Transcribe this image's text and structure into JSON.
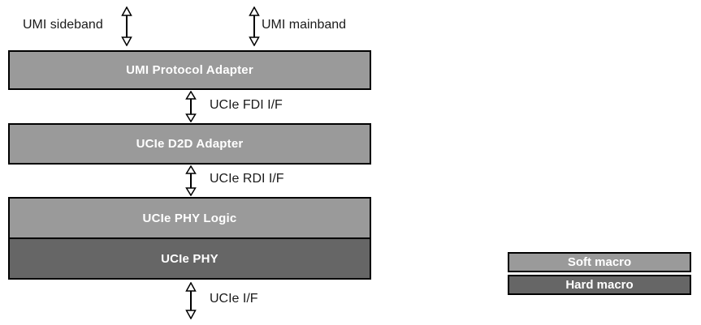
{
  "diagram": {
    "top_interfaces": [
      {
        "label": "UMI sideband"
      },
      {
        "label": "UMI mainband"
      }
    ],
    "stack": [
      {
        "label": "UMI Protocol Adapter",
        "macro_type": "soft"
      },
      {
        "label": "UCIe D2D Adapter",
        "macro_type": "soft"
      },
      {
        "label": "UCIe PHY Logic",
        "macro_type": "soft"
      },
      {
        "label": "UCIe PHY",
        "macro_type": "hard"
      }
    ],
    "interfaces": [
      {
        "label": "UCIe FDI I/F",
        "between": [
          "UMI Protocol Adapter",
          "UCIe D2D Adapter"
        ]
      },
      {
        "label": "UCIe RDI I/F",
        "between": [
          "UCIe D2D Adapter",
          "UCIe PHY Logic"
        ]
      },
      {
        "label": "UCIe I/F",
        "between": [
          "UCIe PHY",
          "external"
        ]
      }
    ],
    "legend": [
      {
        "label": "Soft macro",
        "color": "#9a9a9a"
      },
      {
        "label": "Hard macro",
        "color": "#666666"
      }
    ],
    "colors": {
      "soft_macro": "#9a9a9a",
      "hard_macro": "#666666",
      "border": "#000000",
      "box_text": "#ffffff",
      "label_text": "#1a1a1a",
      "background": "#ffffff"
    }
  }
}
